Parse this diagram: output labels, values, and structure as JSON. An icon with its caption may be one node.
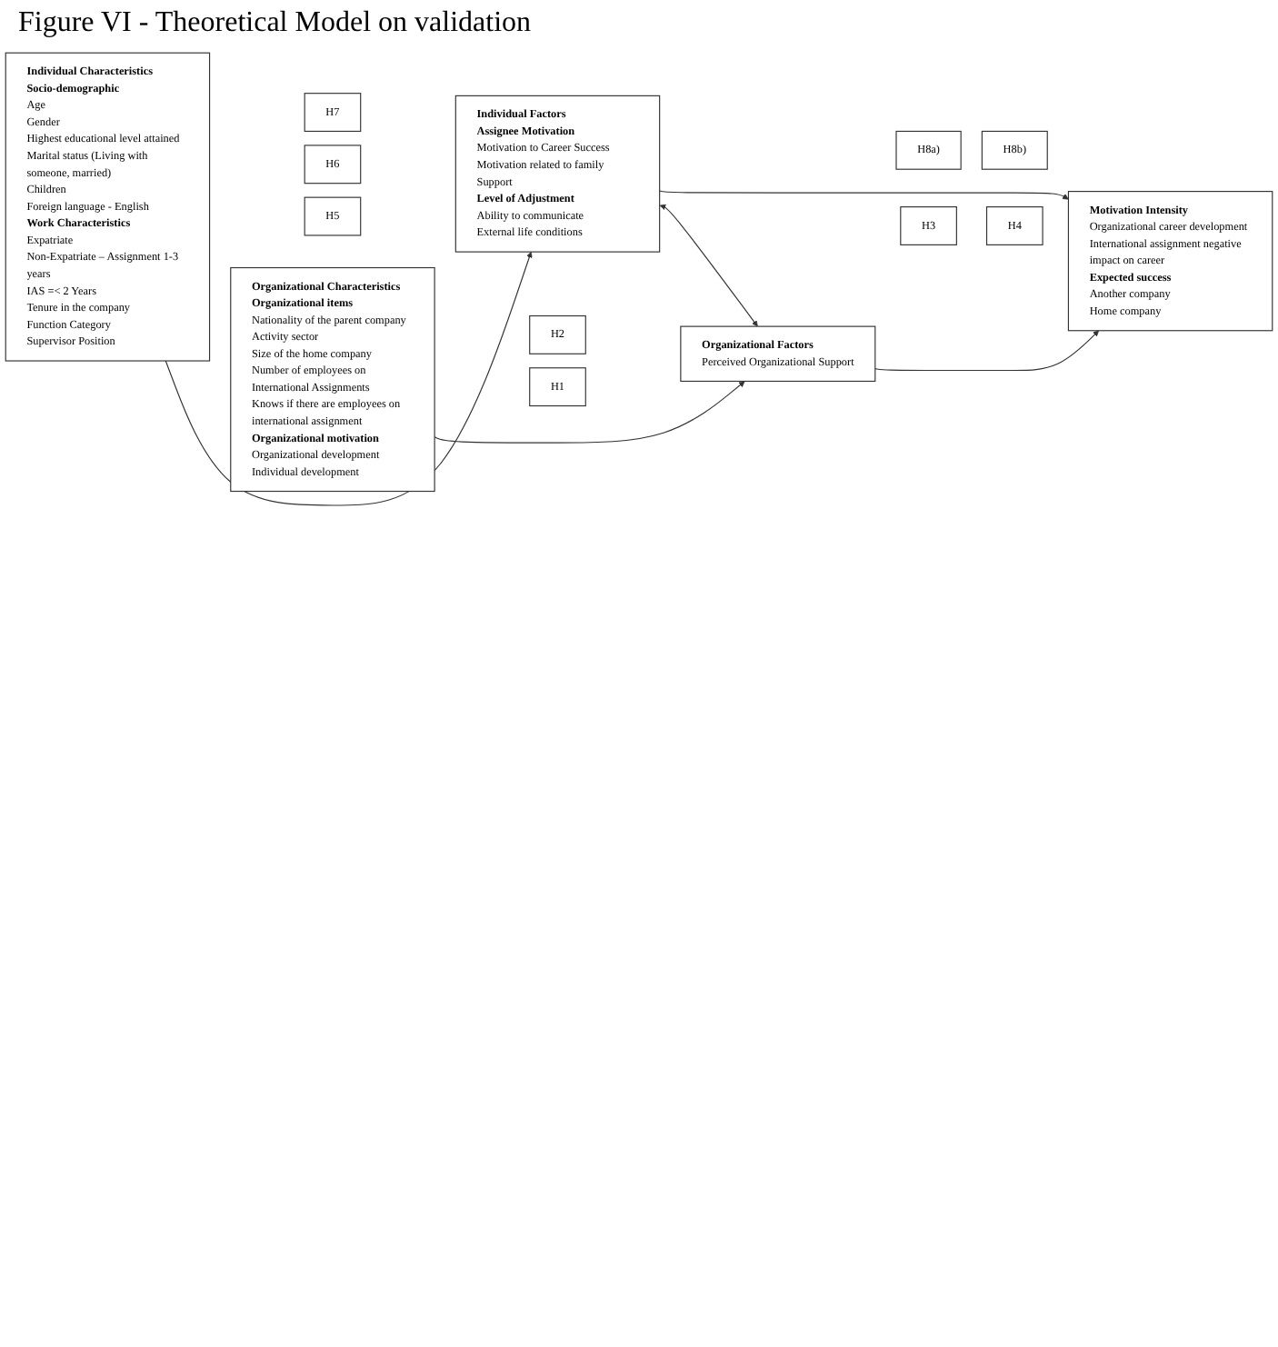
{
  "diagram": {
    "title": "Figure VI - Theoretical Model on validation",
    "nodes": [
      {
        "text": [
          "Individual Characteristics",
          "Socio-demographic",
          "Age",
          "Gender",
          "Highest educational level attained",
          "Marital status (Living with someone, married)",
          "Children",
          "Foreign language - English",
          "Work Characteristics",
          "Expatriate",
          "Non-Expatriate – Assignment 1-3 years",
          "IAS =< 2 Years",
          "Tenure in the company",
          "Function Category",
          "Supervisor Position"
        ]
      },
      {
        "text": [
          "Individual Factors",
          "Assignee Motivation",
          "Motivation to Career Success",
          "Motivation related to family Support",
          "Level of Adjustment",
          "Ability to communicate",
          "External life conditions"
        ]
      },
      {
        "text": [
          "H5"
        ]
      },
      {
        "text": [
          "H6"
        ]
      },
      {
        "text": [
          "H7"
        ]
      },
      {
        "text": [
          "Motivation Intensity",
          "Organizational career development",
          "International assignment negative impact on career",
          "Expected success",
          "Another company",
          "Home company"
        ]
      },
      {
        "text": [
          "H8a)"
        ]
      },
      {
        "text": [
          "H8b)"
        ]
      },
      {
        "text": [
          "H3"
        ]
      },
      {
        "text": [
          "H4"
        ]
      },
      {
        "text": [
          "Organizational Characteristics",
          "Organizational items",
          "Nationality of the parent company",
          "Activity sector",
          "Size of the home company",
          "Number of employees on International Assignments",
          "Knows if there are employees on international assignment",
          "Organizational motivation",
          "Organizational development",
          "Individual development"
        ]
      },
      {
        "text": [
          "Organizational Factors",
          "Perceived Organizational Support"
        ]
      },
      {
        "text": [
          "H1"
        ]
      },
      {
        "text": [
          "H2"
        ]
      }
    ],
    "edges": [
      {
        "from": 0,
        "to": 1,
        "arrow": "to"
      },
      {
        "from": 10,
        "to": 11,
        "arrow": "to"
      },
      {
        "from": 1,
        "to": 11,
        "arrow": "both"
      },
      {
        "from": 1,
        "to": 5,
        "arrow": "to"
      },
      {
        "from": 11,
        "to": 5,
        "arrow": "to"
      }
    ]
  }
}
